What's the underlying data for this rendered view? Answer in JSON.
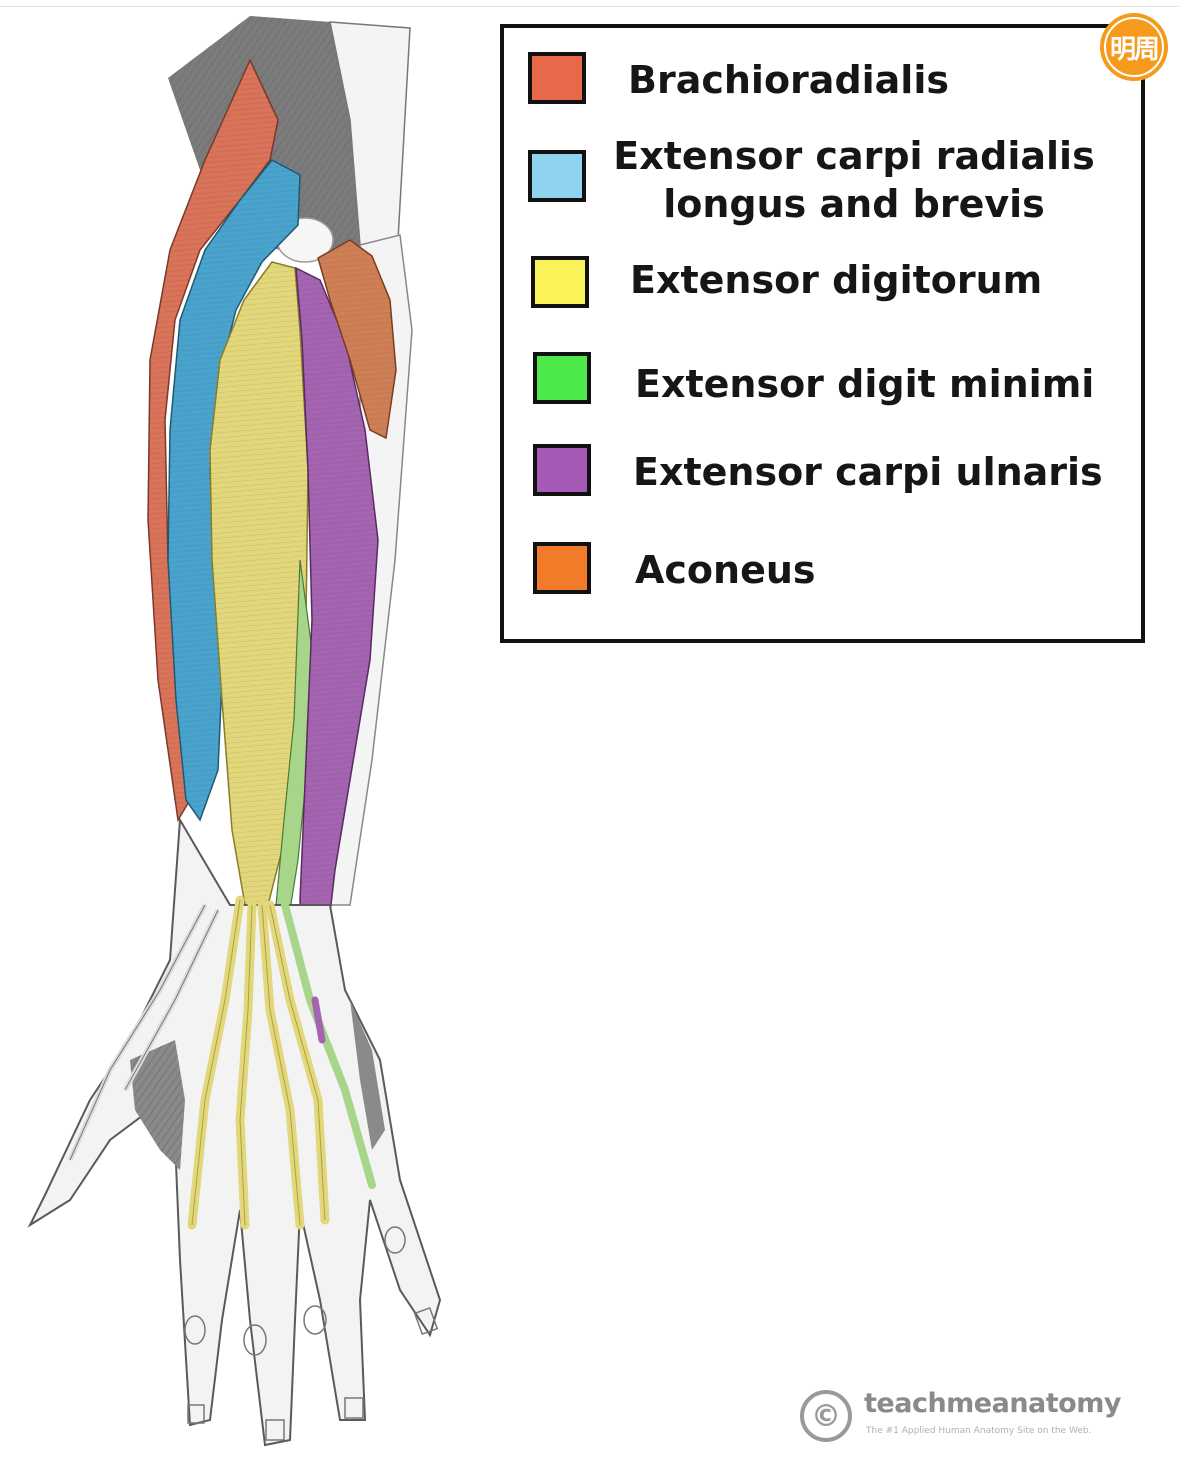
{
  "legend": {
    "items": [
      {
        "label": "Brachioradialis",
        "color": "#e8684a"
      },
      {
        "label_line1": "Extensor carpi radialis",
        "label_line2": "longus and brevis",
        "color": "#8fd3ee"
      },
      {
        "label": "Extensor digitorum",
        "color": "#fbf25a"
      },
      {
        "label": "Extensor digit minimi",
        "color": "#4de84a"
      },
      {
        "label": "Extensor carpi ulnaris",
        "color": "#a55bb5"
      },
      {
        "label": "Aconeus",
        "color": "#f27b2a"
      }
    ]
  },
  "badge": {
    "text": "明周",
    "color": "#f59a1b"
  },
  "watermark": {
    "icon": "copyright-icon",
    "name": "teachmeanatomy",
    "tagline": "The #1 Applied Human Anatomy Site on the Web."
  },
  "colors": {
    "brachioradialis": "#d9735a",
    "ecr": "#4aa3cc",
    "ext_digitorum": "#e2d77a",
    "ext_digiti_minimi": "#a7d58a",
    "ecu": "#a564b0",
    "anconeus": "#cf7f55",
    "bone": "#f2f2f2",
    "ink": "#555555"
  }
}
